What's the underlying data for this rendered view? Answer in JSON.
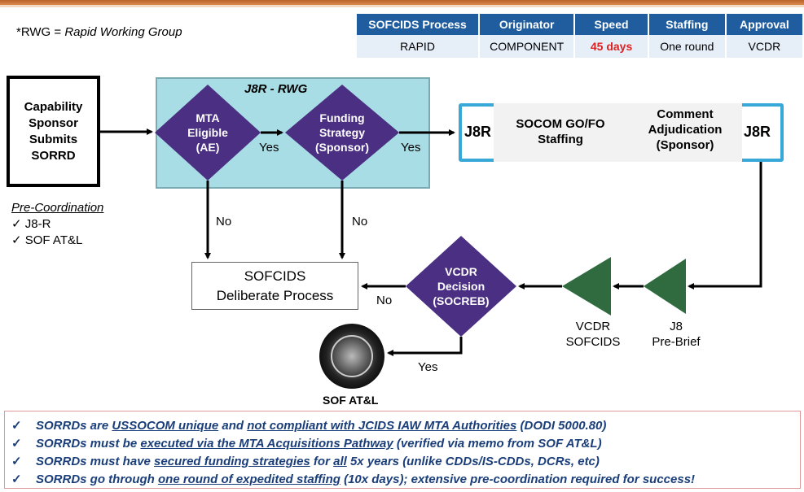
{
  "note": {
    "prefix": "*RWG = ",
    "text": "Rapid Working Group"
  },
  "table": {
    "headers": [
      "SOFCIDS Process",
      "Originator",
      "Speed",
      "Staffing",
      "Approval"
    ],
    "row": [
      "RAPID",
      "COMPONENT",
      "45 days",
      "One round",
      "VCDR"
    ]
  },
  "flow": {
    "sponsor": [
      "Capability",
      "Sponsor",
      "Submits",
      "SORRD"
    ],
    "rwg_title": "J8R - RWG",
    "mta": [
      "MTA",
      "Eligible",
      "(AE)"
    ],
    "funding": [
      "Funding",
      "Strategy",
      "(Sponsor)"
    ],
    "yes": "Yes",
    "no": "No",
    "j8r": "J8R",
    "gofo": [
      "SOCOM GO/FO",
      "Staffing"
    ],
    "comment": [
      "Comment",
      "Adjudication",
      "(Sponsor)"
    ],
    "deliberate": [
      "SOFCIDS",
      "Deliberate Process"
    ],
    "vcdr": [
      "VCDR",
      "Decision",
      "(SOCREB)"
    ],
    "vcdr_sofcids": [
      "VCDR",
      "SOFCIDS"
    ],
    "j8_prebrief": [
      "J8",
      "Pre-Brief"
    ],
    "sof_atl": "SOF AT&L"
  },
  "precoord": {
    "title": "Pre-Coordination",
    "items": [
      "J8-R",
      "SOF AT&L"
    ]
  },
  "bullets": {
    "check": "✓",
    "b1": [
      "SORRDs are ",
      "USSOCOM unique",
      " and ",
      "not compliant with JCIDS IAW MTA Authorities",
      " (DODI 5000.80)"
    ],
    "b2": [
      "SORRDs must be ",
      "executed via the MTA Acquisitions Pathway",
      " (verified via memo from SOF AT&L)"
    ],
    "b3": [
      "SORRDs must have ",
      "secured funding strategies",
      " for ",
      "all",
      " 5x years (unlike CDDs/IS-CDDs, DCRs, etc)"
    ],
    "b4": [
      "SORRDs go through ",
      "one round of expedited staffing",
      " (10x days); extensive pre-coordination required for success!"
    ]
  },
  "colors": {
    "diamond": "#4a2f82",
    "triangle": "#2f6b3f",
    "header": "#1f5d9e",
    "rwg_bg": "#a9dde6",
    "staff_border": "#38a8d8"
  }
}
